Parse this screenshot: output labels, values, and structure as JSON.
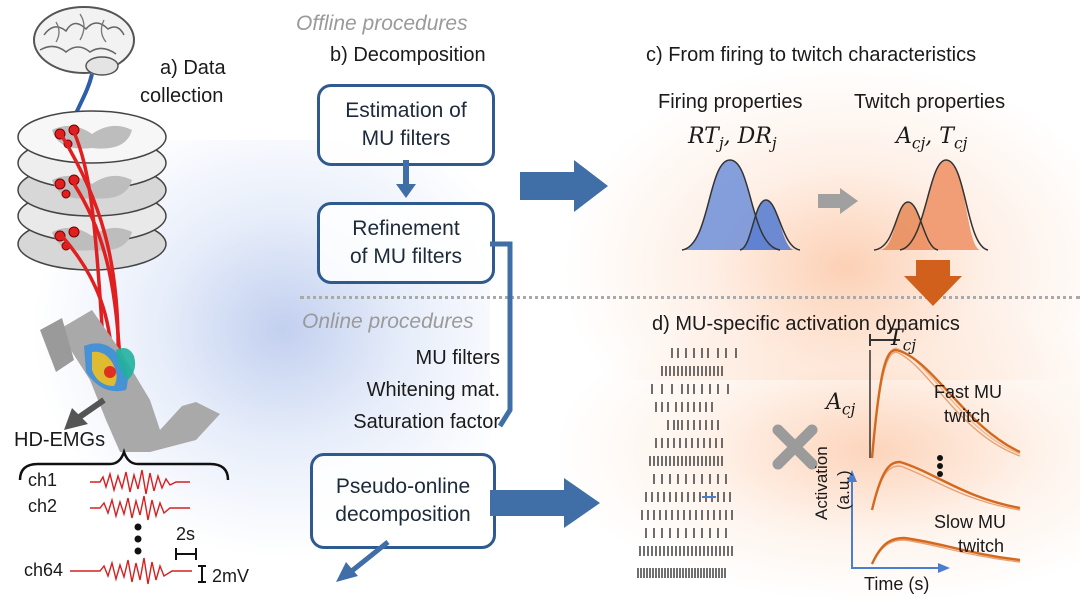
{
  "panels": {
    "a_title_1": "a) Data",
    "a_title_2": "collection",
    "b_title": "b) Decomposition",
    "c_title": "c) From firing to twitch characteristics",
    "d_title": "d) MU-specific activation dynamics"
  },
  "section_labels": {
    "offline": "Offline procedures",
    "online": "Online procedures"
  },
  "boxes": {
    "estimation_line1": "Estimation of",
    "estimation_line2": "MU filters",
    "refinement_line1": "Refinement",
    "refinement_line2": "of MU filters",
    "pseudo_line1": "Pseudo-online",
    "pseudo_line2": "decomposition"
  },
  "filter_list": [
    "MU filters",
    "Whitening mat.",
    "Saturation factor"
  ],
  "emg": {
    "group_label": "HD-EMGs",
    "channels": [
      "ch1",
      "ch2",
      "ch64"
    ],
    "time_scale": "2s",
    "amp_scale": "2mV",
    "color": "#d42020"
  },
  "firing": {
    "label": "Firing properties",
    "formula": "RTj, DRj",
    "color": "#6f8fd8"
  },
  "twitch": {
    "label": "Twitch properties",
    "formula": "Acj, Tcj",
    "color": "#f0956a"
  },
  "plot": {
    "amp_symbol": "Acj",
    "time_symbol": "Tcj",
    "fast_1": "Fast MU",
    "fast_2": "twitch",
    "slow_1": "Slow MU",
    "slow_2": "twitch",
    "ylabel_1": "Activation",
    "ylabel_2": "(a.u.)",
    "xlabel": "Time (s)",
    "curve_color": "#d2691e"
  },
  "colors": {
    "box_border": "#2f5a8f",
    "arrow_blue": "#3f6fa6",
    "arrow_orange": "#d0601c"
  }
}
